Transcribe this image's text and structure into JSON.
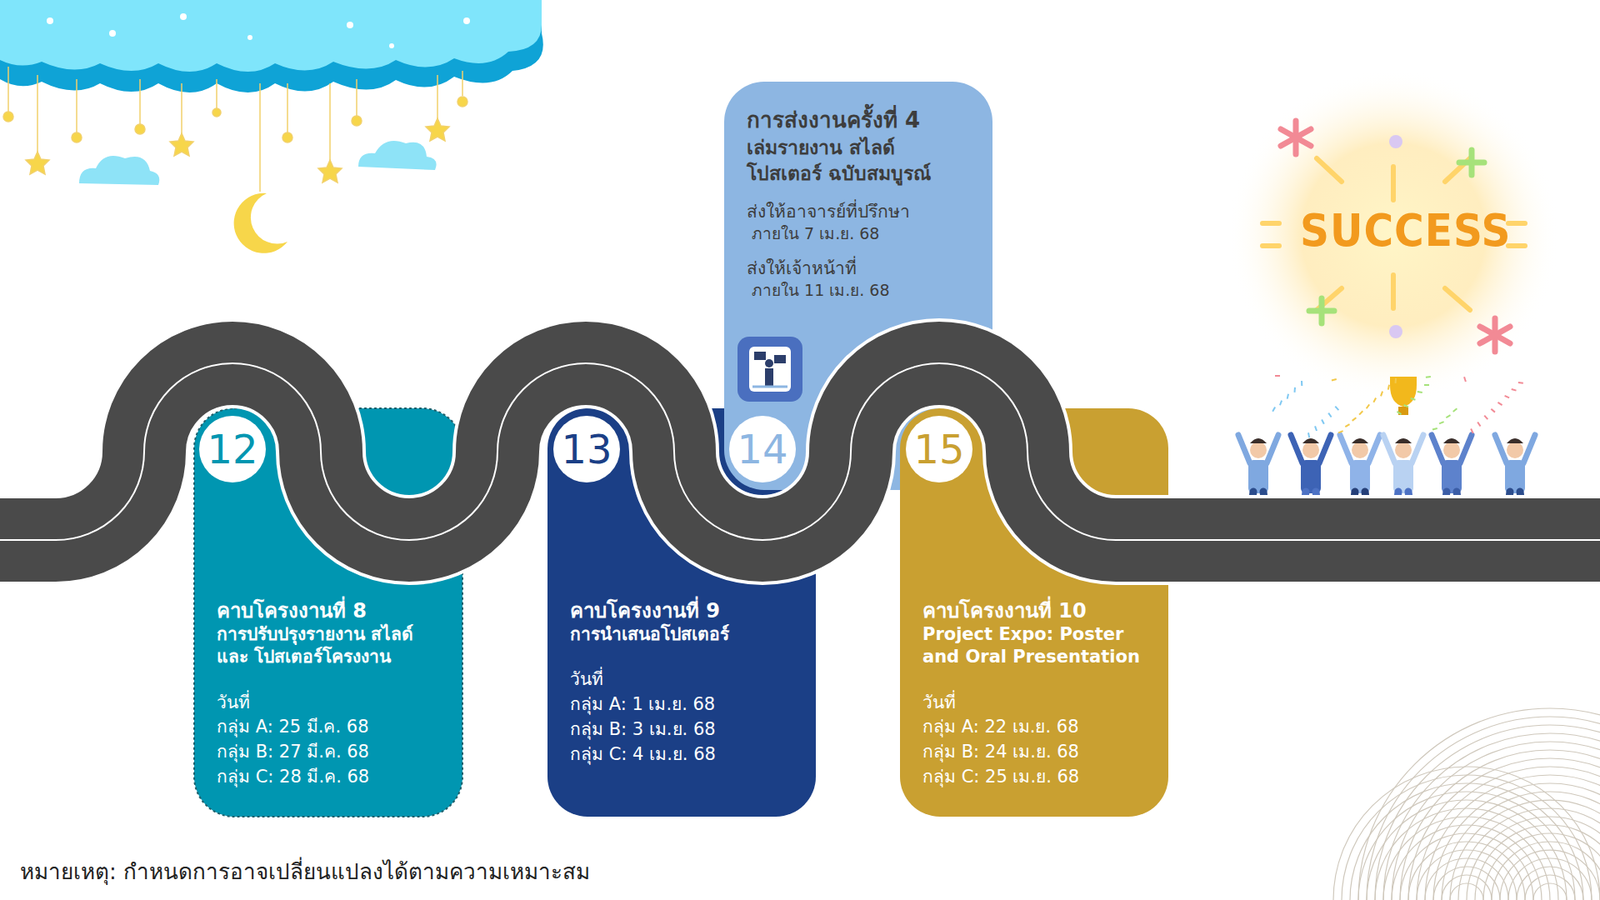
{
  "diagram": {
    "nodes": [
      {
        "text": [
          "คาบโครงงานที่ 8",
          "การปรับปรุงรายงาน สไลด์ และ โปสเตอร์โครงงาน",
          "วันที่",
          "กลุ่ม A: 25 มี.ค. 68",
          "กลุ่ม B: 27 มี.ค. 68",
          "กลุ่ม C: 28 มี.ค. 68"
        ]
      },
      {
        "text": [
          "12"
        ],
        "in": 0
      },
      {
        "text": [
          "คาบโครงงานที่ 9",
          "การนำเสนอโปสเตอร์",
          "วันที่",
          "กลุ่ม A: 1 เม.ย. 68",
          "กลุ่ม B: 3 เม.ย. 68",
          "กลุ่ม C: 4 เม.ย. 68"
        ]
      },
      {
        "text": [
          "13"
        ],
        "in": 2
      },
      {
        "text": [
          "การส่งงานครั้งที่ 4",
          "เล่มรายงาน สไลด์ โปสเตอร์ ฉบับสมบูรณ์",
          "ส่งให้อาจารย์ที่ปรึกษา",
          "ภายใน 7 เม.ย. 68",
          "ส่งให้เจ้าหน้าที่",
          "ภายใน 11 เม.ย. 68"
        ]
      },
      {
        "text": [
          "14"
        ],
        "in": 4
      },
      {
        "text": [
          "คาบโครงงานที่ 10",
          "Project Expo: Poster and Oral Presentation",
          "วันที่",
          "กลุ่ม A: 22 เม.ย. 68",
          "กลุ่ม B: 24 เม.ย. 68",
          "กลุ่ม C: 25 เม.ย. 68"
        ]
      },
      {
        "text": [
          "15"
        ],
        "in": 6
      }
    ],
    "labels": [
      "SUCCESS",
      "หมายเหตุ: กำหนดการอาจเปลี่ยนแปลงได้ตามความเหมาะสม"
    ]
  }
}
